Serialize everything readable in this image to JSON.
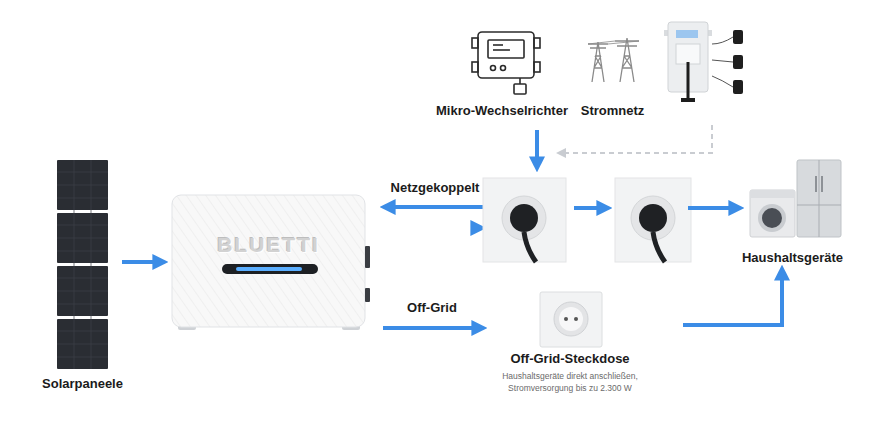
{
  "diagram": {
    "nodes": [
      {
        "text": [
          "Mikro-Wechselrichter"
        ]
      },
      {
        "text": [
          "Stromnetz"
        ]
      },
      {
        "text": [
          "Solarpaneele"
        ]
      },
      {
        "text": [
          "BLUETTI"
        ]
      },
      {
        "text": [
          "Haushaltsgeräte"
        ]
      },
      {
        "text": [
          "Off-Grid-Steckdose",
          "Haushaltsgeräte direkt anschließen, Stromversorgung bis zu 2.300 W"
        ]
      }
    ],
    "edges": [
      {
        "from": 2,
        "to": 3,
        "arrow": "to"
      },
      {
        "from": 3,
        "to": 5,
        "label": "Off-Grid",
        "arrow": "to"
      },
      {
        "from": 5,
        "to": 4,
        "arrow": "to"
      }
    ],
    "labels": [
      "Netzgekoppelt"
    ]
  }
}
